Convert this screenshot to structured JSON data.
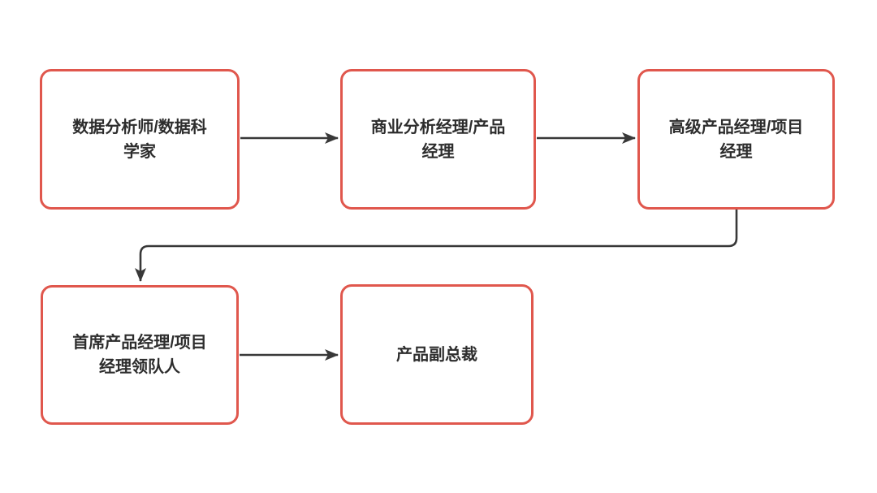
{
  "diagram": {
    "type": "flowchart",
    "background": "#ffffff",
    "colors": {
      "node_border": "#e0574d",
      "node_fill": "#ffffff",
      "arrow": "#383838",
      "text": "#2d2d2d"
    },
    "nodes": [
      {
        "id": "data-analyst-data-scientist",
        "label": "数据分析师/数据科\n学家"
      },
      {
        "id": "business-analysis-manager-product-manager",
        "label": "商业分析经理/产品\n经理"
      },
      {
        "id": "senior-product-manager-project-manager",
        "label": "高级产品经理/项目\n经理"
      },
      {
        "id": "chief-product-manager-project-lead",
        "label": "首席产品经理/项目\n经理领队人"
      },
      {
        "id": "vp-of-product",
        "label": "产品副总裁"
      }
    ],
    "edges": [
      {
        "from": "data-analyst-data-scientist",
        "to": "business-analysis-manager-product-manager"
      },
      {
        "from": "business-analysis-manager-product-manager",
        "to": "senior-product-manager-project-manager"
      },
      {
        "from": "senior-product-manager-project-manager",
        "to": "chief-product-manager-project-lead"
      },
      {
        "from": "chief-product-manager-project-lead",
        "to": "vp-of-product"
      }
    ]
  }
}
